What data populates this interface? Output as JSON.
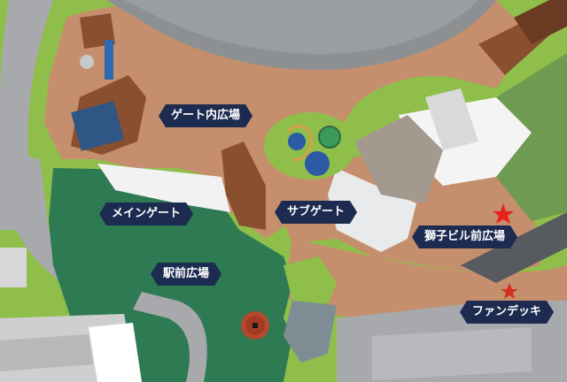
{
  "map": {
    "labels": {
      "gate_inner_plaza": "ゲート内広場",
      "main_gate": "メインゲート",
      "sub_gate": "サブゲート",
      "station_plaza": "駅前広場",
      "shishi_bldg_plaza": "獅子ビル前広場",
      "fan_deck": "ファンデッキ"
    },
    "marker_icon": "red-star-icon",
    "colors": {
      "label_bg": "#1c2b4f",
      "label_text": "#ffffff",
      "plaza_brown": "#c58e6c",
      "station_green": "#2e7a52",
      "grass_green": "#8fbf4a",
      "road_gray": "#a7a9ad",
      "stadium_gray": "#8d9093",
      "wood_deck": "#8a4f2f",
      "star_red": "#e8221b"
    }
  }
}
